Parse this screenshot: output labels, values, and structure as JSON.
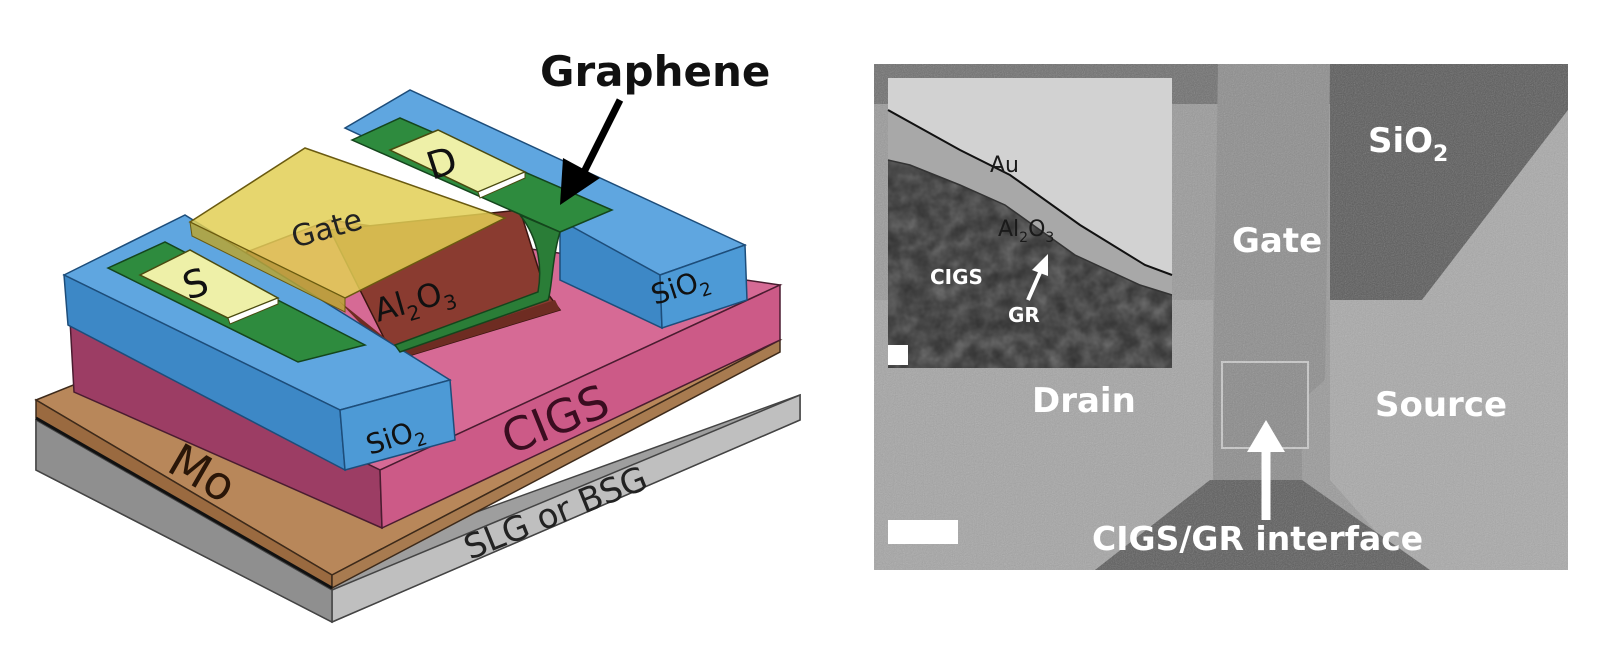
{
  "device_schematic": {
    "title_label": "Graphene",
    "layers": {
      "substrate": "SLG or BSG",
      "back_contact": "Mo",
      "absorber": "CIGS",
      "gate_dielectric_main": "Al",
      "gate_dielectric_sub2": "2",
      "gate_dielectric_o": "O",
      "gate_dielectric_sub3": "3",
      "gate": "Gate",
      "source": "S",
      "drain": "D",
      "oxide_left_main": "SiO",
      "oxide_left_sub": "2",
      "oxide_right_main": "SiO",
      "oxide_right_sub": "2"
    },
    "colors": {
      "substrate": "#b9b9b9",
      "mo": "#b8875a",
      "cigs": "#cc5a87",
      "sio2": "#4d9ad6",
      "graphene": "#2e8b3e",
      "gate": "#d8c64a",
      "al2o3": "#8a3b30",
      "contact": "#eef0a8"
    }
  },
  "sem_image": {
    "labels": {
      "oxide_main": "SiO",
      "oxide_sub": "2",
      "gate": "Gate",
      "drain": "Drain",
      "source": "Source",
      "interface": "CIGS/GR interface"
    },
    "inset_labels": {
      "au": "Au",
      "al2o3_main": "Al",
      "al2o3_sub2": "2",
      "al2o3_o": "O",
      "al2o3_sub3": "3",
      "cigs": "CIGS",
      "gr": "GR"
    }
  }
}
